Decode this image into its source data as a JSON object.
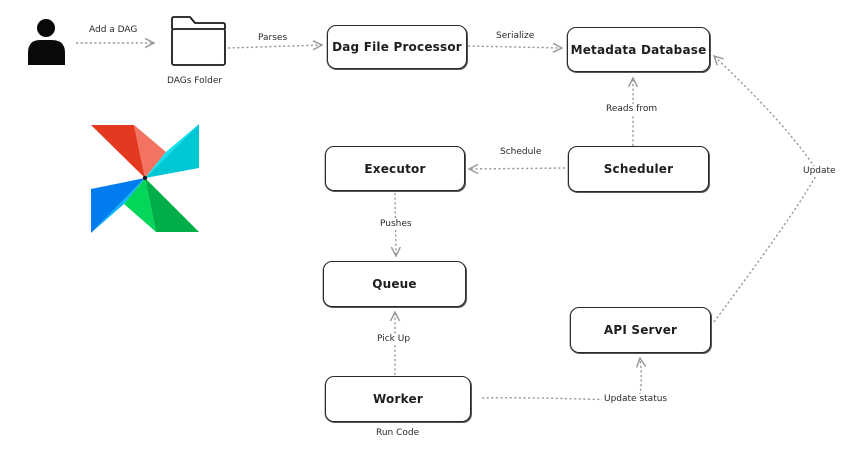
{
  "nodes": {
    "dag_file_processor": "Dag File Processor",
    "metadata_database": "Metadata Database",
    "executor": "Executor",
    "scheduler": "Scheduler",
    "queue": "Queue",
    "api_server": "API Server",
    "worker": "Worker"
  },
  "captions": {
    "dags_folder": "DAGs Folder",
    "run_code": "Run Code"
  },
  "edges": {
    "add_dag": "Add a DAG",
    "parses": "Parses",
    "serialize": "Serialize",
    "reads_from": "Reads from",
    "schedule": "Schedule",
    "pushes": "Pushes",
    "pick_up": "Pick Up",
    "update_status": "Update status",
    "update": "Update"
  },
  "icons": {
    "user": "user-icon",
    "folder": "folder-icon",
    "logo": "airflow-pinwheel-logo"
  },
  "colors": {
    "logo_red": "#E43921",
    "logo_salmon": "#F37363",
    "logo_cyan": "#00C7D4",
    "logo_teal": "#11E1EE",
    "logo_green": "#04D659",
    "logo_darkgreen": "#00AD46",
    "logo_blue": "#0CB6FF",
    "logo_navy": "#017CEE"
  }
}
